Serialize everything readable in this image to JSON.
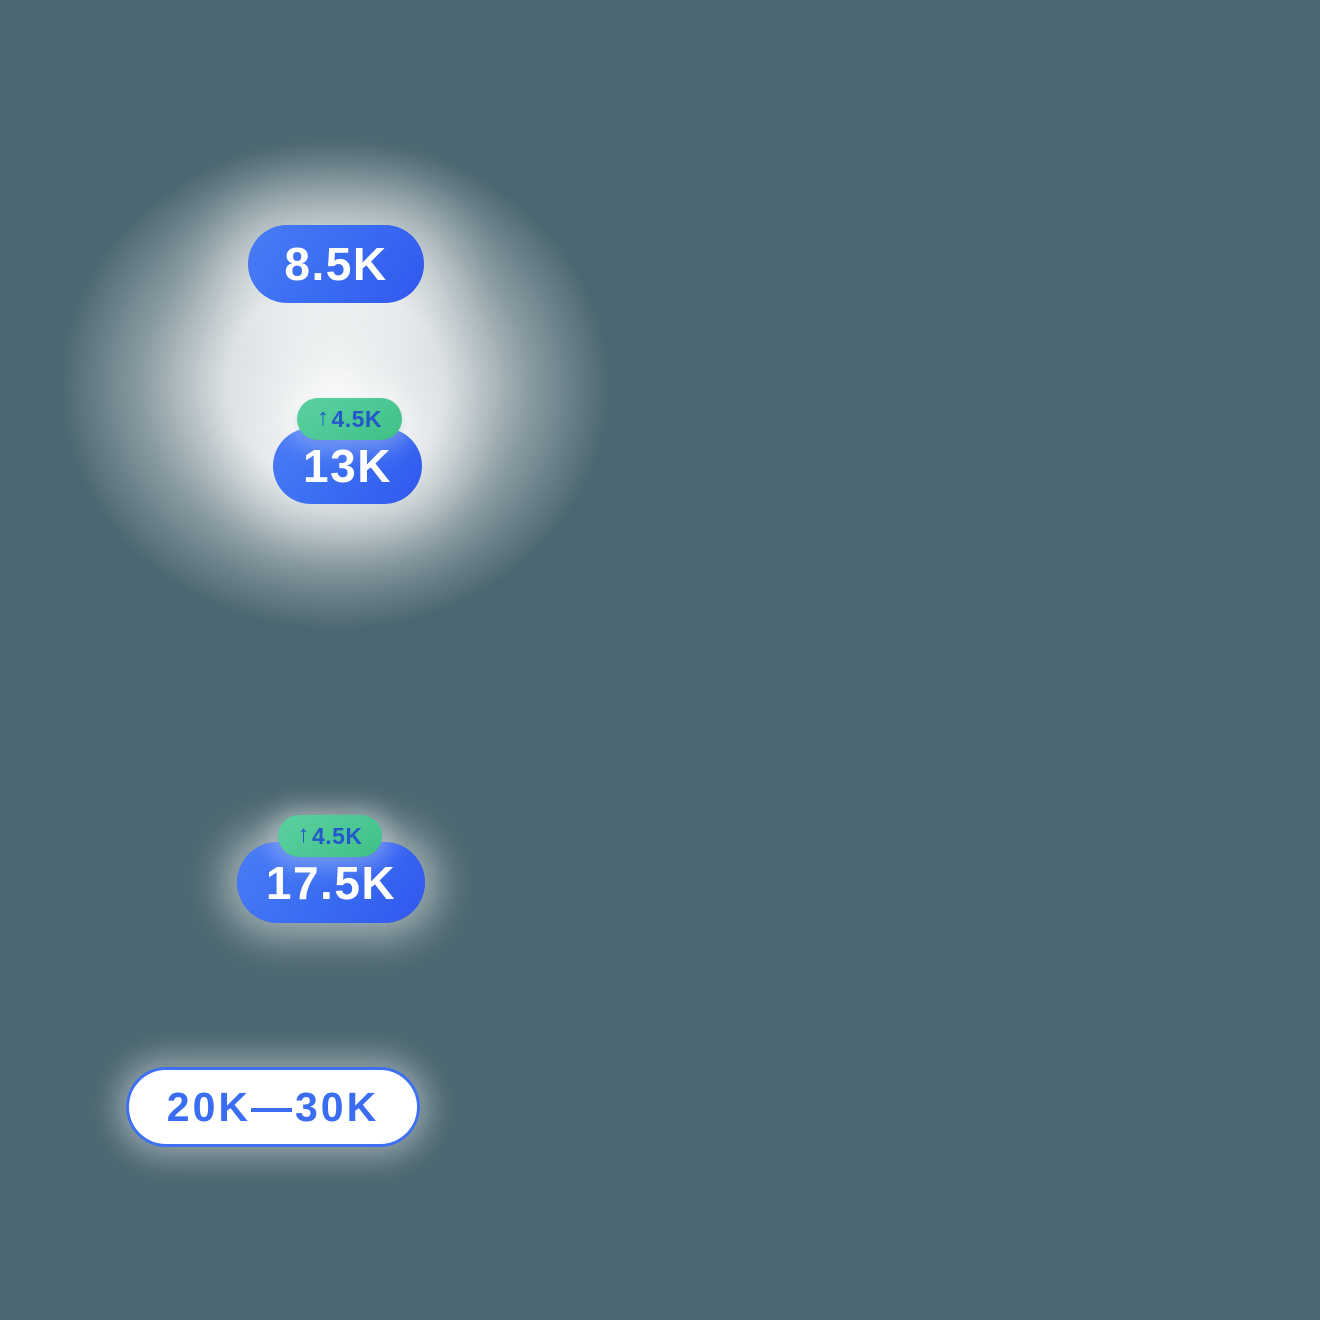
{
  "background_color": "#4c6771",
  "pills": {
    "p1": {
      "value": "8.5K"
    },
    "p2": {
      "value": "13K",
      "delta_arrow": "↑",
      "delta_value": "4.5K"
    },
    "p3": {
      "value": "17.5K",
      "delta_arrow": "↑",
      "delta_value": "4.5K"
    },
    "p4": {
      "value": "20K—30K"
    }
  },
  "colors": {
    "pill_blue": "#3b6ef3",
    "pill_blue_light": "#4a7cf6",
    "pill_blue_dark": "#3158ee",
    "delta_green": "#4cc894",
    "delta_text_blue": "#2457cc",
    "outline_pill_border": "#3e70f5",
    "outline_pill_text": "#3a6df2",
    "value_text": "#ffffff",
    "glow_white": "#ffffff"
  }
}
